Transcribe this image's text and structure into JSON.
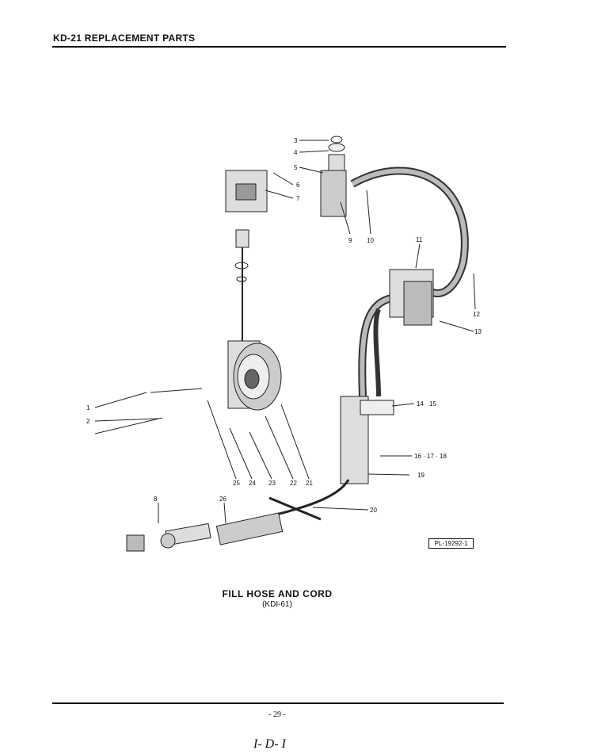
{
  "header": {
    "title": "KD-21 REPLACEMENT PARTS"
  },
  "diagram": {
    "part_labels": [
      "1",
      "2",
      "3",
      "4",
      "5",
      "6",
      "7",
      "8",
      "9",
      "10",
      "11",
      "12",
      "13",
      "14",
      "15",
      "16 · 17 · 18",
      "19",
      "20",
      "21",
      "22",
      "23",
      "24",
      "25",
      "26"
    ],
    "reference_code": "PL-19292-1"
  },
  "caption": {
    "title": "FILL HOSE AND CORD",
    "model": "(KDI-61)"
  },
  "footer": {
    "page_number": "- 29 -",
    "handwritten_note": "I- D- I"
  }
}
